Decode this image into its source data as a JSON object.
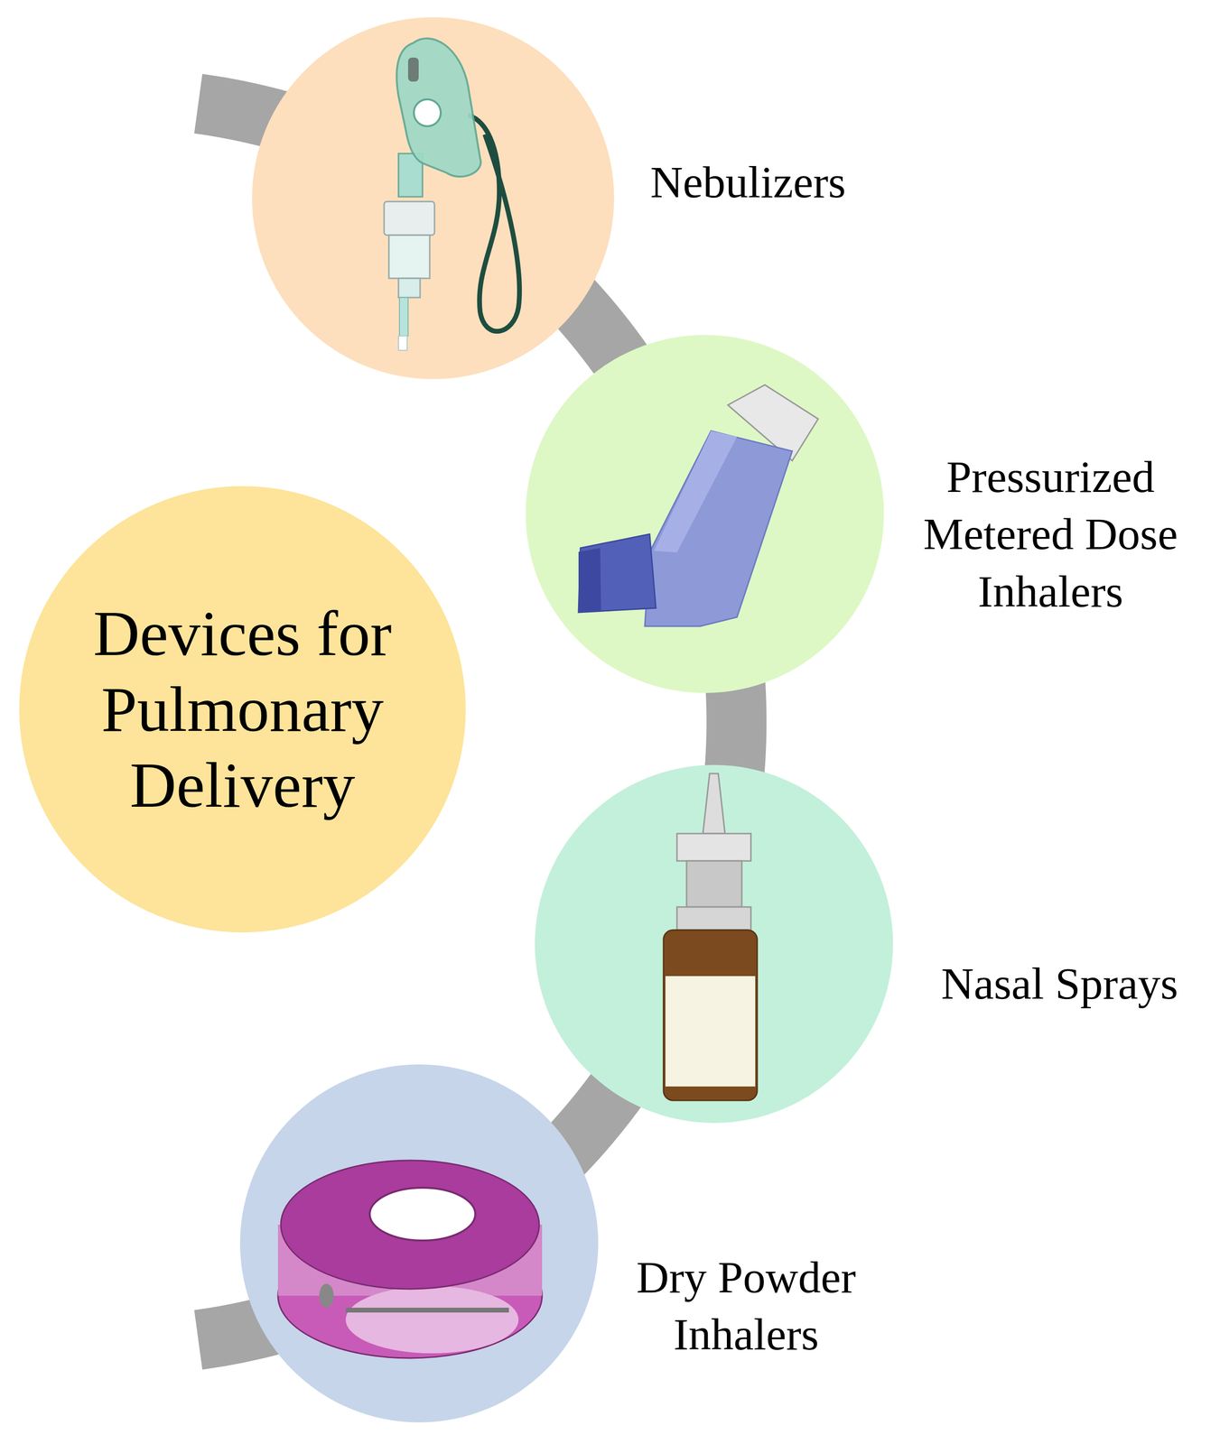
{
  "diagram": {
    "nodes": [
      {
        "text": [
          "Devices for Pulmonary Delivery"
        ]
      },
      {
        "text": [
          "Nebulizers"
        ]
      },
      {
        "text": [
          "Pressurized Metered Dose Inhalers"
        ]
      },
      {
        "text": [
          "Nasal Sprays"
        ]
      },
      {
        "text": [
          "Dry Powder Inhalers"
        ]
      }
    ],
    "edges": [
      {
        "from": 1,
        "to": 2,
        "arrow": "none"
      },
      {
        "from": 2,
        "to": 3,
        "arrow": "none"
      },
      {
        "from": 3,
        "to": 4,
        "arrow": "none"
      }
    ]
  }
}
